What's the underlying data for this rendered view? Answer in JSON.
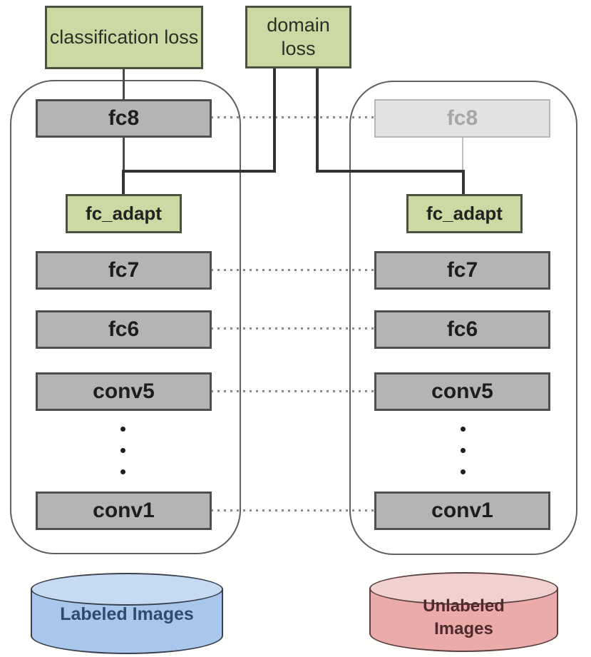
{
  "losses": {
    "classification": "classification loss",
    "domain": "domain loss"
  },
  "source_tower": {
    "adapt_layer": "fc_adapt",
    "layers": [
      "fc8",
      "fc7",
      "fc6",
      "conv5",
      "conv1"
    ],
    "database_label": "Labeled Images"
  },
  "target_tower": {
    "adapt_layer": "fc_adapt",
    "layers": [
      "fc8",
      "fc7",
      "fc6",
      "conv5",
      "conv1"
    ],
    "database_label": "Unlabeled Images"
  },
  "colors": {
    "loss_box_fill": "#ccd9a3",
    "layer_box_fill": "#b5b3b4",
    "faded_layer_fill": "#e3e2e0",
    "labeled_db_fill": "#a9c7ec",
    "labeled_db_text": "#2d4a70",
    "unlabeled_db_fill": "#eaabaa",
    "unlabeled_db_text": "#4f2b2b",
    "connector_dark": "#333333",
    "dotted_link": "#8c8c8c"
  }
}
